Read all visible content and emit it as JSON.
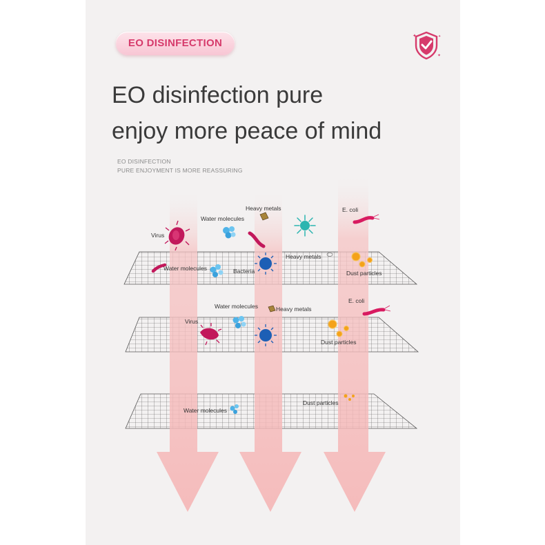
{
  "badge": {
    "text": "EO DISINFECTION"
  },
  "headline": {
    "line1": "EO disinfection pure",
    "line2": "enjoy more peace of mind"
  },
  "subtext": {
    "line1": "EO DISINFECTION",
    "line2": "PURE ENJOYMENT IS MORE REASSURING"
  },
  "icons": {
    "shield": "shield-check-icon"
  },
  "colors": {
    "accent": "#d63a6b",
    "arrow": "#f6b9b9",
    "virus": "#c2185b",
    "bacteria": "#1d5fb5",
    "dust": "#f4a21a",
    "water": "#4fb3e8",
    "teal": "#2bb5b0"
  },
  "layer1": {
    "virus": "Virus",
    "water_top": "Water molecules",
    "heavy_top": "Heavy metals",
    "ecoli": "E. coli",
    "water": "Water molecules",
    "bacteria": "Bacteria",
    "heavy": "Heavy metals",
    "dust": "Dust particles"
  },
  "layer2": {
    "water": "Water molecules",
    "heavy": "Heavy metals",
    "ecoli": "E. coli",
    "virus": "Virus",
    "dust": "Dust particles"
  },
  "layer3": {
    "water": "Water molecules",
    "dust": "Dust particles"
  }
}
